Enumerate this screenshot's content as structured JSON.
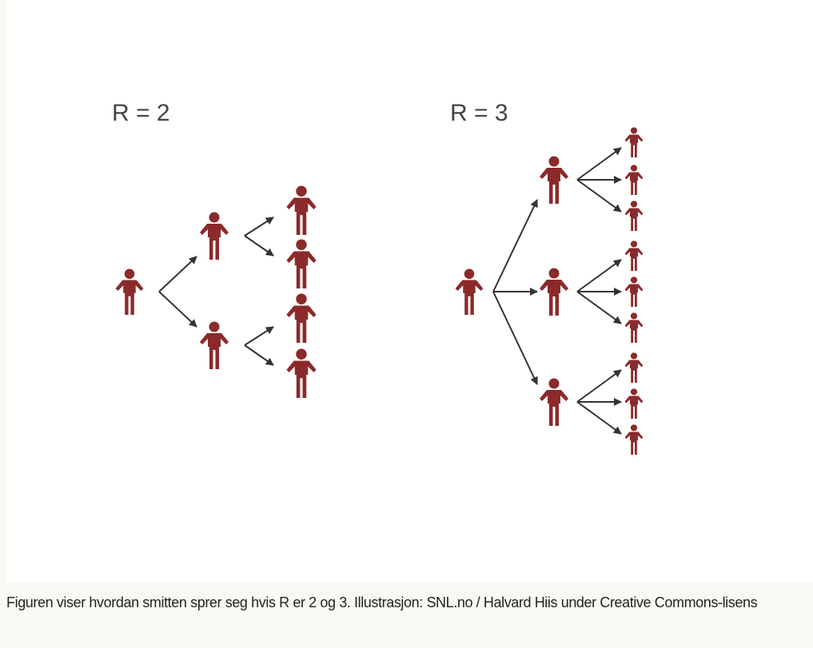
{
  "figure": {
    "left_label": "R = 2",
    "right_label": "R = 3",
    "person_color": "#8b2a2a",
    "arrow_color": "#333333",
    "left_tree": {
      "r": 2,
      "generations": [
        1,
        2,
        4
      ]
    },
    "right_tree": {
      "r": 3,
      "generations": [
        1,
        3,
        9
      ]
    }
  },
  "caption": "Figuren viser hvordan smitten sprer seg hvis R er 2 og 3. Illustrasjon: SNL.no / Halvard Hiis under Creative Commons-lisens"
}
